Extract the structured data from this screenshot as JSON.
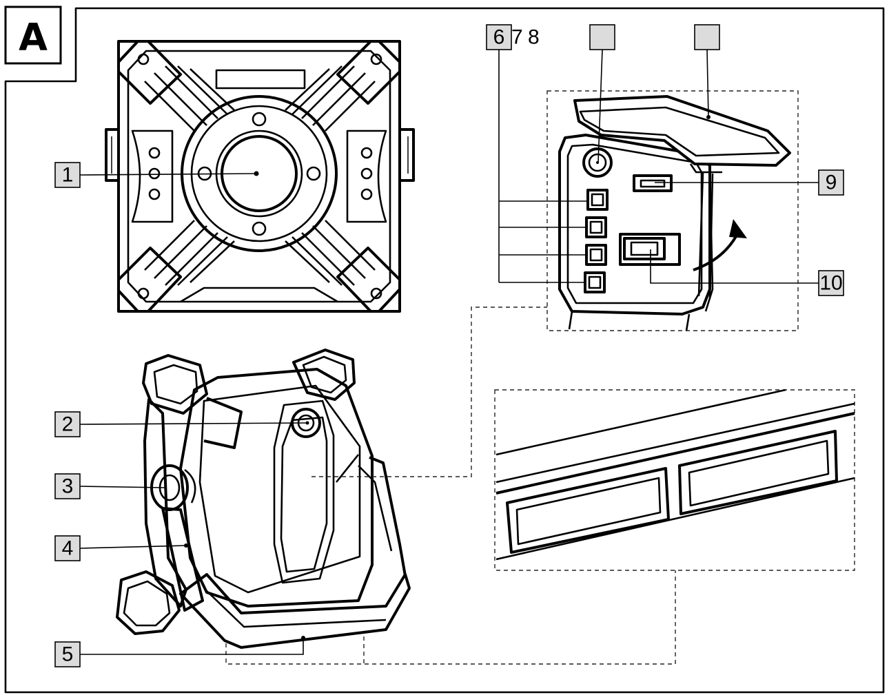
{
  "figure": {
    "panel_label": "A",
    "callouts": {
      "c1": "1",
      "c2": "2",
      "c3": "3",
      "c4": "4",
      "c5": "5",
      "c6": "6",
      "c7": "7",
      "c8": "8",
      "c9": "9",
      "c10": "10",
      "blank_a": "",
      "blank_b": ""
    }
  }
}
